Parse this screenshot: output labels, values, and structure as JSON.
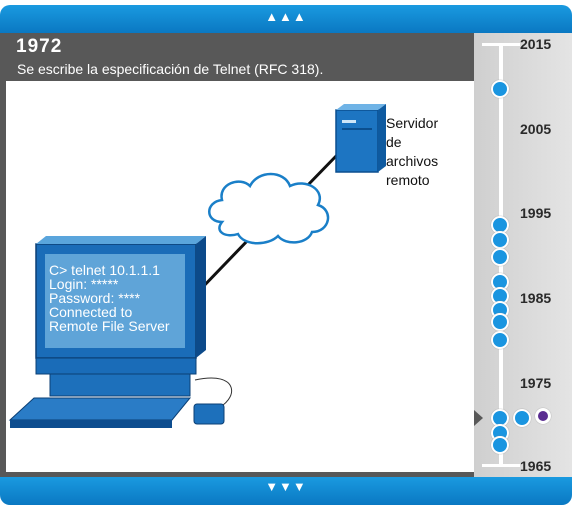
{
  "nav": {
    "up_arrows": "▲▲▲",
    "down_arrows": "▼▼▼"
  },
  "event": {
    "year": "1972",
    "description": "Se escribe la especificación de Telnet (RFC 318)."
  },
  "diagram": {
    "server_label_lines": [
      "Servidor",
      "de",
      "archivos",
      "remoto"
    ],
    "terminal_lines": [
      "C> telnet 10.1.1.1",
      "Login: *****",
      "Password: ****",
      "Connected to",
      "Remote File Server"
    ]
  },
  "timeline": {
    "year_labels": [
      "2015",
      "2005",
      "1995",
      "1985",
      "1975",
      "1965"
    ]
  },
  "colors": {
    "bar_blue": "#0a78c2",
    "header_gray": "#585858",
    "dot_blue": "#1a95e0",
    "dot_selected": "#5a2d91"
  }
}
